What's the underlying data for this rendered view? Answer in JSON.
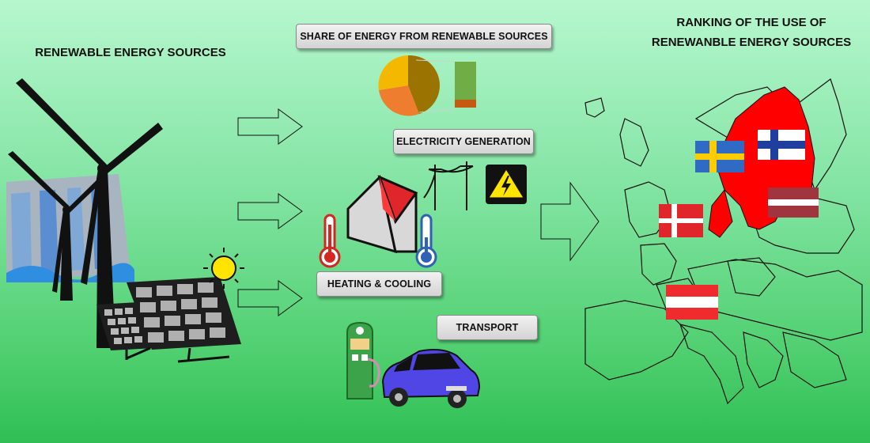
{
  "left": {
    "title": "RENEWABLE ENERGY SOURCES"
  },
  "middle": {
    "share_label": "SHARE OF ENERGY FROM RENEWABLE SOURCES",
    "electricity_label": "ELECTRICITY GENERATION",
    "heating_label": "HEATING & COOLING",
    "transport_label": "TRANSPORT"
  },
  "right": {
    "title_line1": "RANKING OF THE USE OF",
    "title_line2": "RENEWANBLE ENERGY SOURCES",
    "flags": [
      "Sweden",
      "Finland",
      "Latvia",
      "Denmark",
      "Austria"
    ]
  },
  "colors": {
    "pie_yellow": "#f5b800",
    "pie_orange": "#ee7d30",
    "pie_olive": "#9a7300",
    "bar_green": "#70ad47",
    "bar_brown": "#c55a11",
    "highlight_red": "#ff0000",
    "solar_blue": "#2a2a2a",
    "car_blue": "#5046e6"
  },
  "icons": [
    "wind-turbine-icon",
    "solar-panel-icon",
    "sun-icon",
    "dam-icon",
    "arrow-icon",
    "pie-chart-icon",
    "house-icon",
    "thermometer-hot-icon",
    "thermometer-cold-icon",
    "power-line-icon",
    "high-voltage-icon",
    "charging-station-icon",
    "electric-car-icon",
    "europe-map-icon"
  ]
}
